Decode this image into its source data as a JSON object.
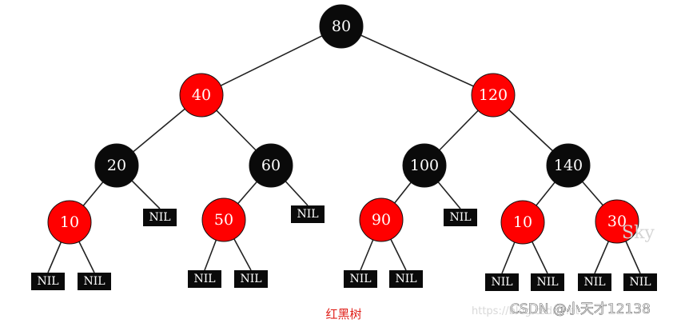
{
  "title": "红黑树",
  "colors": {
    "red": "#ff0000",
    "black": "#0a0a0a",
    "edge": "#222222",
    "caption": "#e0201a"
  },
  "nodes": [
    {
      "id": "n80",
      "label": "80",
      "color": "black",
      "kind": "node"
    },
    {
      "id": "n40",
      "label": "40",
      "color": "red",
      "kind": "node"
    },
    {
      "id": "n120",
      "label": "120",
      "color": "red",
      "kind": "node"
    },
    {
      "id": "n20",
      "label": "20",
      "color": "black",
      "kind": "node"
    },
    {
      "id": "n60",
      "label": "60",
      "color": "black",
      "kind": "node"
    },
    {
      "id": "n100",
      "label": "100",
      "color": "black",
      "kind": "node"
    },
    {
      "id": "n140",
      "label": "140",
      "color": "black",
      "kind": "node"
    },
    {
      "id": "n10a",
      "label": "10",
      "color": "red",
      "kind": "node"
    },
    {
      "id": "nil20",
      "label": "NIL",
      "color": "black",
      "kind": "nil"
    },
    {
      "id": "n50",
      "label": "50",
      "color": "red",
      "kind": "node"
    },
    {
      "id": "nil60",
      "label": "NIL",
      "color": "black",
      "kind": "nil"
    },
    {
      "id": "n90",
      "label": "90",
      "color": "red",
      "kind": "node"
    },
    {
      "id": "nil100",
      "label": "NIL",
      "color": "black",
      "kind": "nil"
    },
    {
      "id": "n10b",
      "label": "10",
      "color": "red",
      "kind": "node"
    },
    {
      "id": "n30",
      "label": "30",
      "color": "red",
      "kind": "node"
    },
    {
      "id": "nil10aL",
      "label": "NIL",
      "color": "black",
      "kind": "nil"
    },
    {
      "id": "nil10aR",
      "label": "NIL",
      "color": "black",
      "kind": "nil"
    },
    {
      "id": "nil50L",
      "label": "NIL",
      "color": "black",
      "kind": "nil"
    },
    {
      "id": "nil50R",
      "label": "NIL",
      "color": "black",
      "kind": "nil"
    },
    {
      "id": "nil90L",
      "label": "NIL",
      "color": "black",
      "kind": "nil"
    },
    {
      "id": "nil90R",
      "label": "NIL",
      "color": "black",
      "kind": "nil"
    },
    {
      "id": "nil10bL",
      "label": "NIL",
      "color": "black",
      "kind": "nil"
    },
    {
      "id": "nil10bR",
      "label": "NIL",
      "color": "black",
      "kind": "nil"
    },
    {
      "id": "nil30L",
      "label": "NIL",
      "color": "black",
      "kind": "nil"
    },
    {
      "id": "nil30R",
      "label": "NIL",
      "color": "black",
      "kind": "nil"
    }
  ],
  "edges": [
    [
      "n80",
      "n40"
    ],
    [
      "n80",
      "n120"
    ],
    [
      "n40",
      "n20"
    ],
    [
      "n40",
      "n60"
    ],
    [
      "n120",
      "n100"
    ],
    [
      "n120",
      "n140"
    ],
    [
      "n20",
      "n10a"
    ],
    [
      "n20",
      "nil20"
    ],
    [
      "n60",
      "n50"
    ],
    [
      "n60",
      "nil60"
    ],
    [
      "n100",
      "n90"
    ],
    [
      "n100",
      "nil100"
    ],
    [
      "n140",
      "n10b"
    ],
    [
      "n140",
      "n30"
    ],
    [
      "n10a",
      "nil10aL"
    ],
    [
      "n10a",
      "nil10aR"
    ],
    [
      "n50",
      "nil50L"
    ],
    [
      "n50",
      "nil50R"
    ],
    [
      "n90",
      "nil90L"
    ],
    [
      "n90",
      "nil90R"
    ],
    [
      "n10b",
      "nil10bL"
    ],
    [
      "n10b",
      "nil10bR"
    ],
    [
      "n30",
      "nil30L"
    ],
    [
      "n30",
      "nil30R"
    ]
  ],
  "watermark": {
    "main": "CSDN @小天才12138",
    "faint": "https://blog.csdn.net",
    "sky": "Sky"
  }
}
